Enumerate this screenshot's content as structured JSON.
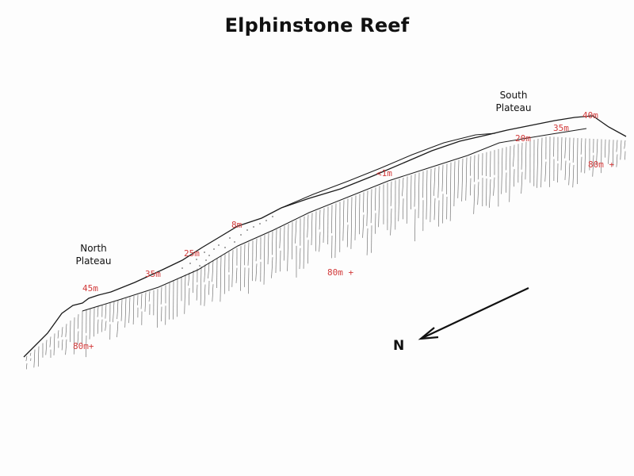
{
  "title": "Elphinstone Reef",
  "plateaus": {
    "north": [
      "North",
      "Plateau"
    ],
    "south": [
      "South",
      "Plateau"
    ]
  },
  "depths": {
    "north_plateau": "45m",
    "north_base": "80m+",
    "north_step": "35m",
    "ridge_25": "25m",
    "ridge_8": "8m",
    "reef_top": "<1m",
    "wall_middle": "80m +",
    "south_20": "20m",
    "south_35": "35m",
    "south_40": "40m",
    "south_base": "80m +"
  },
  "compass": {
    "label": "N"
  },
  "colors": {
    "depth": "#d23a3a",
    "ink": "#1a1a1a"
  }
}
